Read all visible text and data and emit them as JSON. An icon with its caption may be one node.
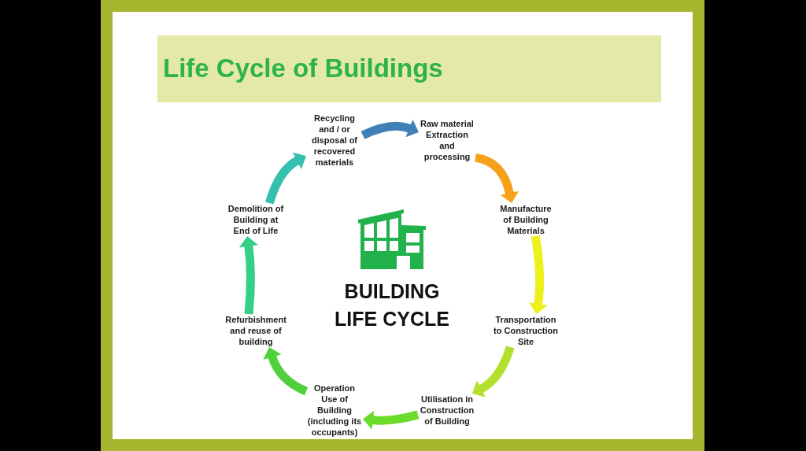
{
  "diagram": {
    "title": "Life Cycle of Buildings",
    "nodes": [
      {
        "text": [
          "Recycling and / or disposal of recovered materials"
        ]
      },
      {
        "text": [
          "Raw material Extraction and processing"
        ]
      },
      {
        "text": [
          "Manufacture of Building Materials"
        ]
      },
      {
        "text": [
          "Transportation to Construction Site"
        ]
      },
      {
        "text": [
          "Utilisation in Construction of Building"
        ]
      },
      {
        "text": [
          "Operation Use of Building (including its occupants)"
        ]
      },
      {
        "text": [
          "Refurbishment and reuse of building"
        ]
      },
      {
        "text": [
          "Demolition of Building at End of Life"
        ]
      }
    ],
    "edges": [
      {
        "from": 0,
        "to": 1,
        "arrow": "to",
        "color": "#3f80b6"
      },
      {
        "from": 1,
        "to": 2,
        "arrow": "to",
        "color": "#f7a11a"
      },
      {
        "from": 2,
        "to": 3,
        "arrow": "to",
        "color": "#eef01c"
      },
      {
        "from": 3,
        "to": 4,
        "arrow": "to",
        "color": "#b3e02c"
      },
      {
        "from": 4,
        "to": 5,
        "arrow": "to",
        "color": "#6cdc2a"
      },
      {
        "from": 5,
        "to": 6,
        "arrow": "to",
        "color": "#50d03c"
      },
      {
        "from": 6,
        "to": 7,
        "arrow": "to",
        "color": "#35cf88"
      },
      {
        "from": 7,
        "to": 0,
        "arrow": "to",
        "color": "#35c0ae"
      }
    ],
    "labels": [
      "BUILDING LIFE CYCLE"
    ]
  }
}
